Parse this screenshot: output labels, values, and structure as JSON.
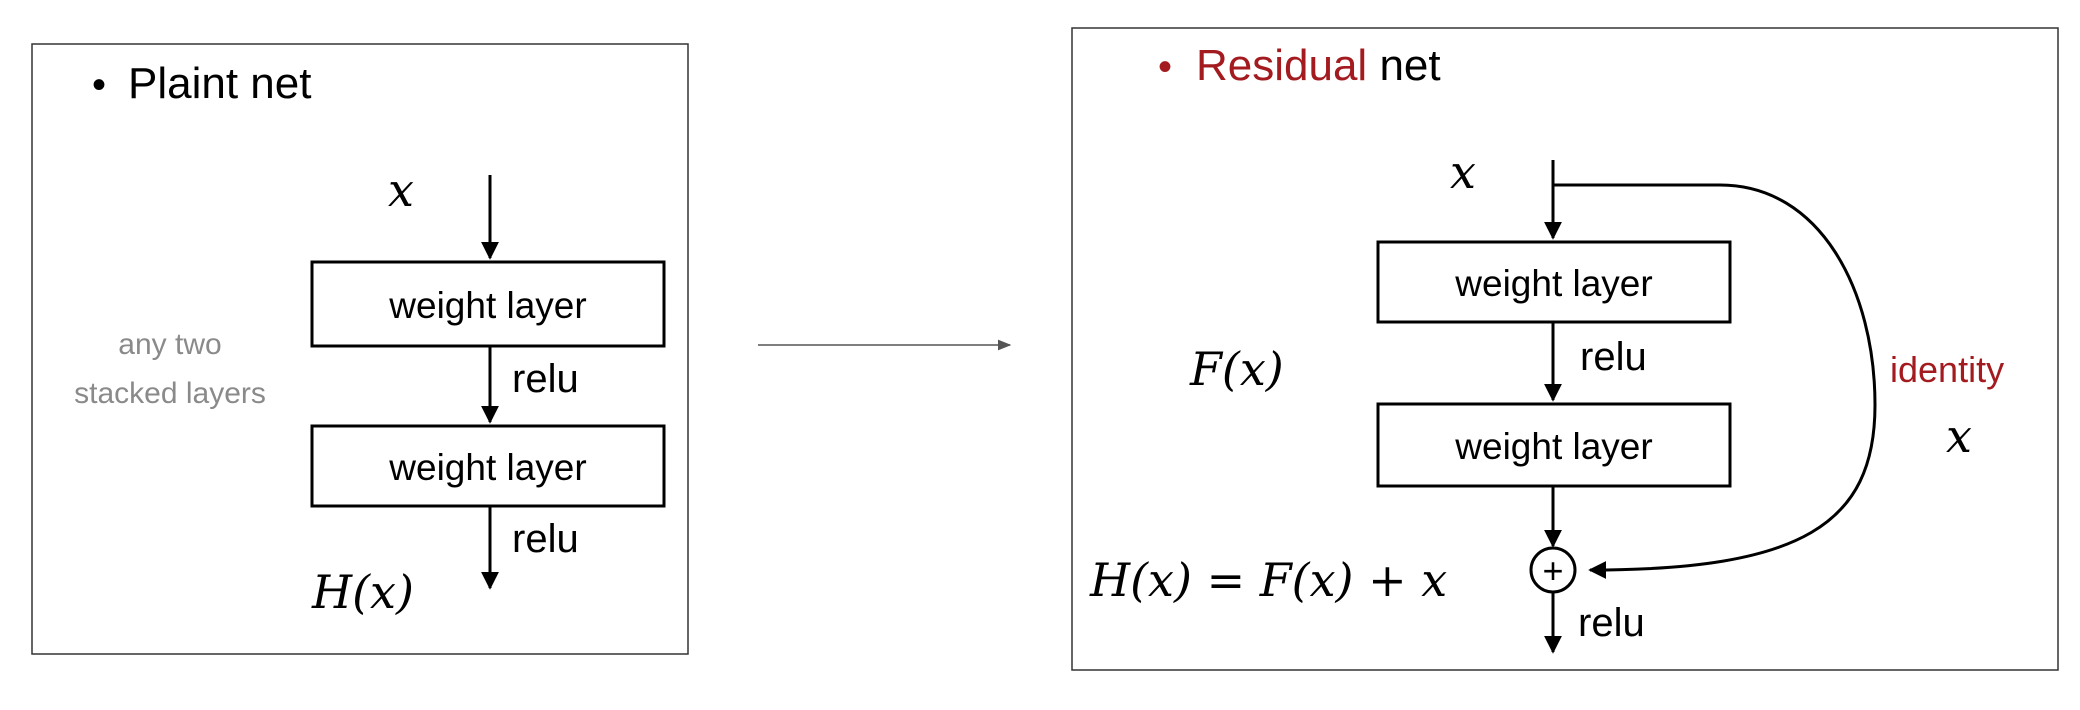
{
  "plain": {
    "title_bullet": "•",
    "title": "Plaint net",
    "input_label": "x",
    "layer1": "weight layer",
    "layer2": "weight layer",
    "relu1": "relu",
    "relu2": "relu",
    "output_label": "H(x)",
    "side_note_line1": "any two",
    "side_note_line2": "stacked layers"
  },
  "residual": {
    "title_bullet": "•",
    "title_highlight": "Residual",
    "title_rest": " net",
    "input_label": "x",
    "layer1": "weight layer",
    "layer2": "weight layer",
    "relu1": "relu",
    "relu_out": "relu",
    "residual_label": "F(x)",
    "identity_label": "identity",
    "identity_x": "x",
    "sum_equation": "H(x) = F(x) + x",
    "plus_symbol": "+"
  },
  "colors": {
    "highlight": "#a31a1f",
    "note_gray": "#8a8a8a",
    "line": "#000000",
    "arrow_gray": "#555555"
  }
}
